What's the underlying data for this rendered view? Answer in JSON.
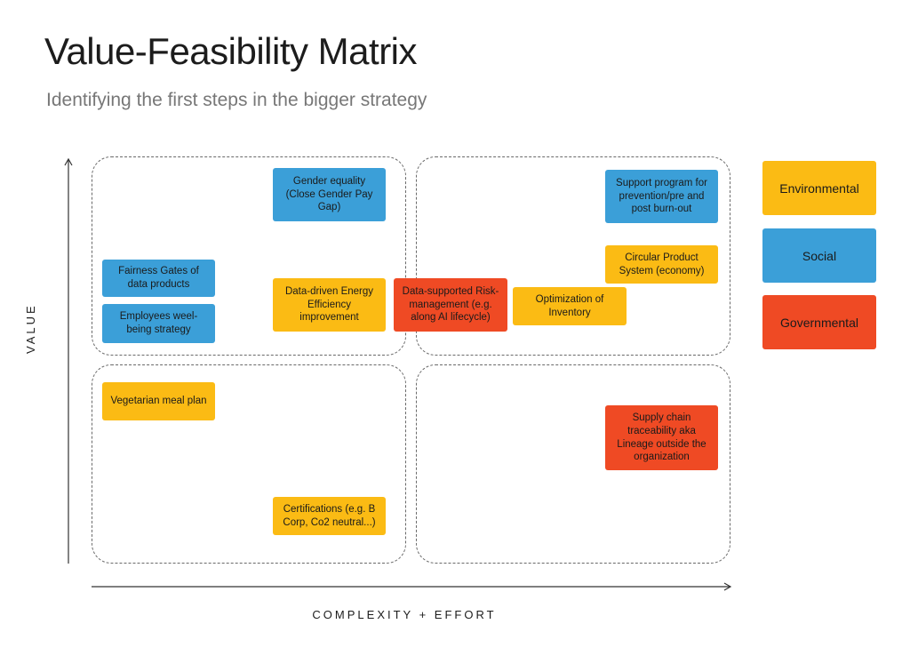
{
  "title": "Value-Feasibility Matrix",
  "subtitle": "Identifying the first steps in the bigger strategy",
  "axes": {
    "y_label": "VALUE",
    "x_label": "COMPLEXITY + EFFORT"
  },
  "colors": {
    "environmental": "#fbbb14",
    "social": "#3b9fd8",
    "governmental": "#ef4a24"
  },
  "legend": {
    "environmental": "Environmental",
    "social": "Social",
    "governmental": "Governmental"
  },
  "items": {
    "gender_equality": "Gender equality (Close Gender Pay Gap)",
    "fairness_gates": "Fairness Gates of data products",
    "employees_wellbeing": "Employees weel-being strategy",
    "data_driven_energy": "Data-driven Energy Efficiency improvement",
    "data_supported_risk": "Data-supported Risk-management (e.g. along AI lifecycle)",
    "optimization_inventory": "Optimization of Inventory",
    "circular_product": "Circular Product System (economy)",
    "support_program": "Support program for prevention/pre and post burn-out",
    "vegetarian_meal": "Vegetarian meal plan",
    "certifications": "Certifications (e.g. B Corp, Co2 neutral...)",
    "supply_chain": "Supply chain traceability aka Lineage outside the organization"
  }
}
